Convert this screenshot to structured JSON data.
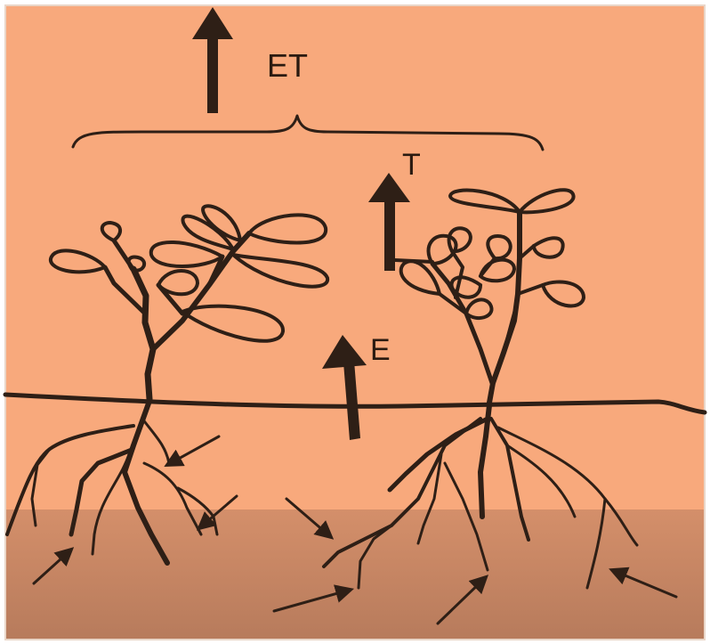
{
  "labels": {
    "et": "ET",
    "t": "T",
    "e": "E"
  },
  "colors": {
    "sky": "#f8a97c",
    "soil": "#d48f6a",
    "deep_soil": "#b77b5c",
    "ink": "#2e1f16"
  }
}
